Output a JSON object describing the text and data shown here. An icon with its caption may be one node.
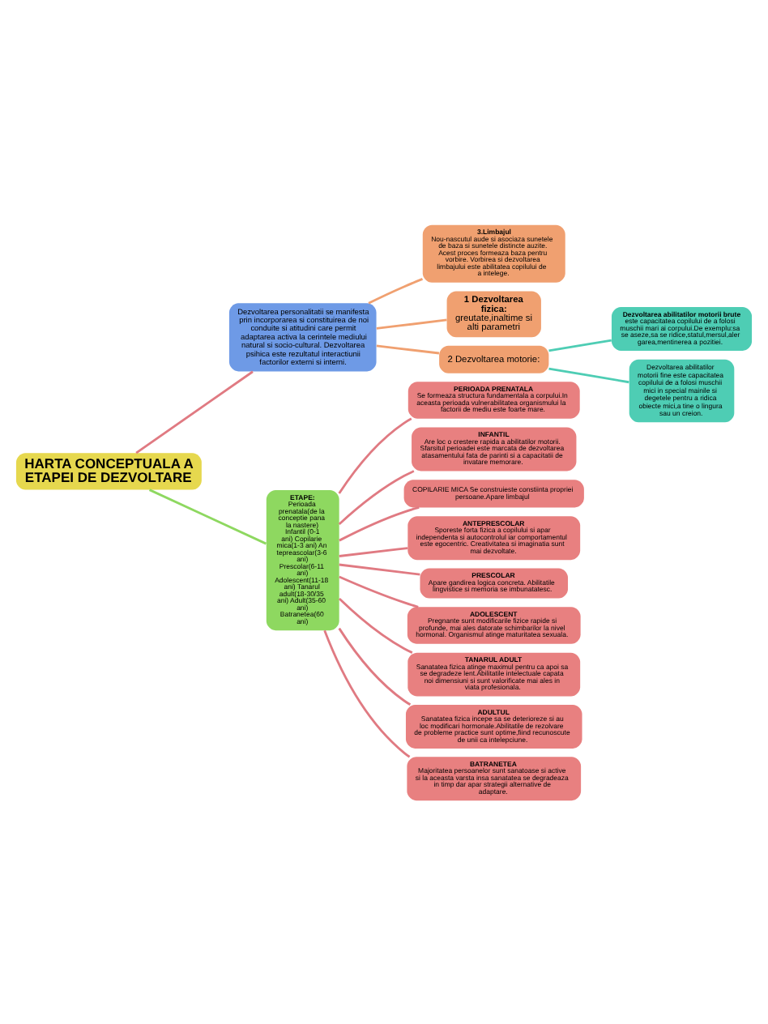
{
  "diagram": {
    "nodes": [
      {
        "text": [
          "HARTA CONCEPTUALA A ETAPEI DE DEZVOLTARE"
        ]
      },
      {
        "text": [
          "Dezvoltarea personalitatii se manifesta prin incorporarea si constituirea de noi conduite si atitudini care permit adaptarea activa la cerintele mediului natural si socio-cultural. Dezvoltarea psihica este rezultatul interactiunii factorilor externi si interni."
        ]
      },
      {
        "text": [
          "3.Limbajul",
          "Nou-nascutul aude si asociaza sunetele de baza si sunetele distincte auzite. Acest proces formeaza baza pentru vorbire. Vorbirea si dezvoltarea limbajului este abilitatea copilului de a intelege."
        ]
      },
      {
        "text": [
          "1 Dezvoltarea fizica:",
          "greutate,inaltime si alti parametri"
        ]
      },
      {
        "text": [
          "2 Dezvoltarea motorie:"
        ]
      },
      {
        "text": [
          "Dezvoltarea abilitatilor motorii brute",
          "este capacitatea copilului de a folosi muschii mari ai corpului.De exemplu:sa se aseze,sa se ridice,statul,mersul,alergarea,mentinerea a pozitiei."
        ]
      },
      {
        "text": [
          "Dezvoltarea abilitatilor motorii fine este capacitatea copilului de a folosi muschii mici in special mainile si degetele pentru a ridica obiecte mici,a tine o lingura sau un creion."
        ]
      },
      {
        "text": [
          "ETAPE:",
          "Perioada prenatala(de la conceptie pana la nastere) Infantil (0-1 ani) Copilarie mica(1-3 ani) Antepreascolar(3-6 ani) Prescolar(6-11 ani) Adolescent(11-18 ani) Tanarul adult(18-30/35 ani) Adult(35-60 ani) Batranetea(60 ani)"
        ]
      },
      {
        "text": [
          "PERIOADA PRENATALA",
          "Se formeaza structura fundamentala a corpului.In aceasta perioada vulnerabilitatea organismului la factorii de mediu este foarte mare."
        ]
      },
      {
        "text": [
          "INFANTIL",
          "Are loc o crestere rapida a abilitatilor motorii. Sfarsitul perioadei este marcata de dezvoltarea atasamentului fata de parinti si a capacitatii de invatare memorare."
        ]
      },
      {
        "text": [
          "COPILARIE MICA Se construieste constiinta propriei persoane.Apare limbajul"
        ]
      },
      {
        "text": [
          "ANTEPRESCOLAR",
          "Sporeste forta fizica a copilului si apar independenta si autocontrolul iar comportamentul este egocentric. Creativitatea si imaginatia sunt mai dezvoltate."
        ]
      },
      {
        "text": [
          "PRESCOLAR",
          "Apare gandirea logica concreta. Abilitatile lingvistice si memoria se imbunatatesc."
        ]
      },
      {
        "text": [
          "ADOLESCENT",
          "Pregnante sunt modificarile fizice rapide si profunde, mai ales datorate schimbarilor la nivel hormonal. Organismul atinge maturitatea sexuala."
        ]
      },
      {
        "text": [
          "TANARUL ADULT",
          "Sanatatea fizica atinge maximul pentru ca apoi sa se degradeze lent.Abilitatile intelectuale capata noi dimensiuni si sunt valorificate mai ales in viata profesionala."
        ]
      },
      {
        "text": [
          "ADULTUL",
          "Sanatatea fizica incepe sa se deterioreze si au loc modificari hormonale.Abilitatile de rezolvare de probleme practice sunt optime,fiind recunoscute de unii ca intelepciune."
        ]
      },
      {
        "text": [
          "BATRANETEA",
          "Majoritatea persoanelor sunt sanatoase si active si la aceasta varsta insa sanatatea se degradeaza in timp dar apar strategii alternative de adaptare."
        ]
      }
    ],
    "edges": [
      {
        "from": 0,
        "to": 1,
        "arrow": "none"
      },
      {
        "from": 1,
        "to": 2,
        "arrow": "none",
        "color": "#f0a070"
      },
      {
        "from": 1,
        "to": 3,
        "arrow": "none",
        "color": "#f0a070"
      },
      {
        "from": 1,
        "to": 4,
        "arrow": "none",
        "color": "#f0a070"
      },
      {
        "from": 4,
        "to": 5,
        "arrow": "none",
        "color": "#4ecdb4"
      },
      {
        "from": 4,
        "to": 6,
        "arrow": "none",
        "color": "#4ecdb4"
      },
      {
        "from": 0,
        "to": 7,
        "arrow": "none",
        "color": "#8ed860"
      },
      {
        "from": 7,
        "to": 8,
        "arrow": "none"
      },
      {
        "from": 7,
        "to": 9,
        "arrow": "none"
      },
      {
        "from": 7,
        "to": 10,
        "arrow": "none"
      },
      {
        "from": 7,
        "to": 11,
        "arrow": "none"
      },
      {
        "from": 7,
        "to": 12,
        "arrow": "none"
      },
      {
        "from": 7,
        "to": 13,
        "arrow": "none"
      },
      {
        "from": 7,
        "to": 14,
        "arrow": "none"
      },
      {
        "from": 7,
        "to": 15,
        "arrow": "none"
      },
      {
        "from": 7,
        "to": 16,
        "arrow": "none"
      }
    ]
  }
}
